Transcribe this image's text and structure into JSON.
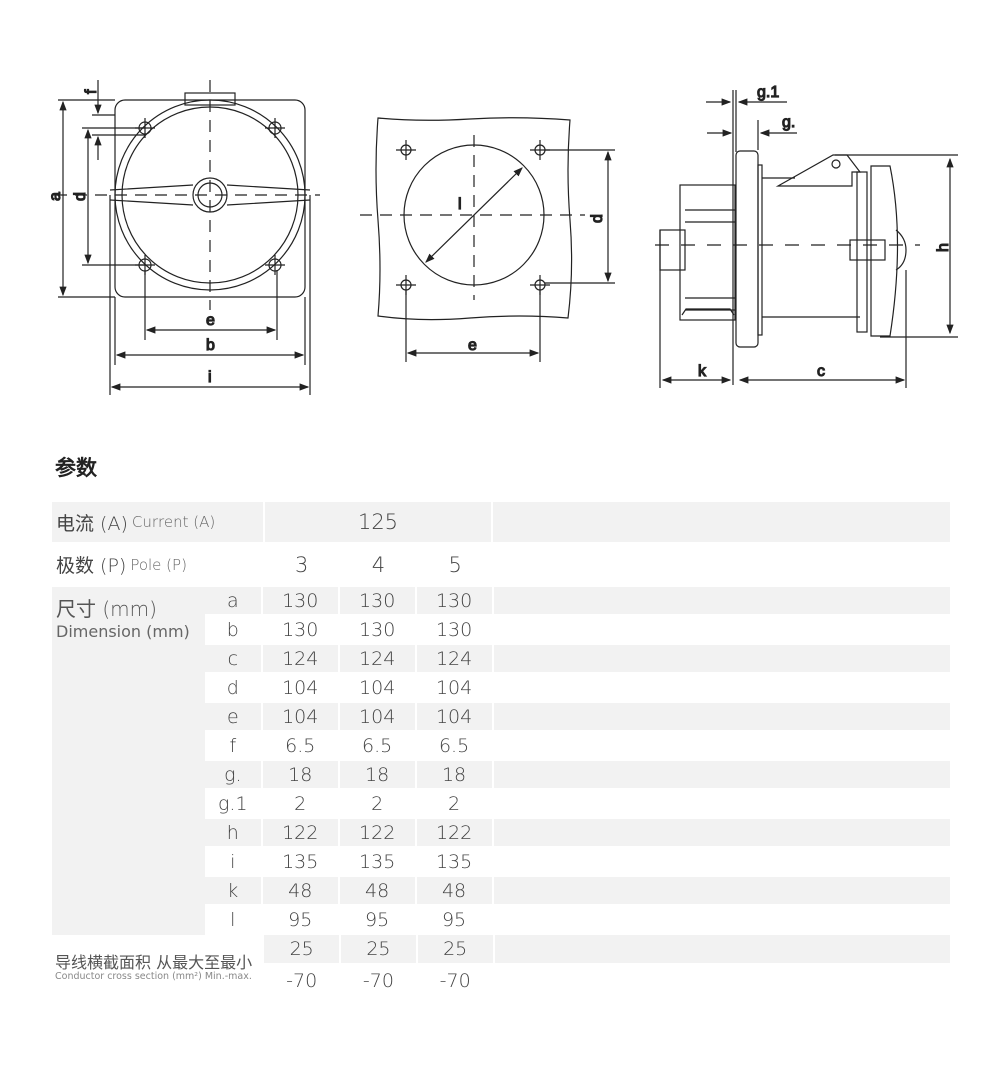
{
  "drawing": {
    "front_labels": {
      "a": "a",
      "d": "d",
      "f": "f",
      "e": "e",
      "b": "b",
      "i": "i"
    },
    "cutout_labels": {
      "l": "l",
      "d": "d",
      "e": "e"
    },
    "side_labels": {
      "g1": "g.1",
      "g": "g.",
      "h": "h",
      "k": "k",
      "c": "c"
    }
  },
  "section_title": "参数",
  "table": {
    "current": {
      "zh": "电流 (A)",
      "en": "Current (A)",
      "value": "125"
    },
    "pole": {
      "zh": "极数 (P)",
      "en": "Pole (P)",
      "values": [
        "3",
        "4",
        "5"
      ]
    },
    "dimension": {
      "zh": "尺寸 (mm)",
      "en": "Dimension (mm)"
    },
    "rows": [
      {
        "key": "a",
        "values": [
          "130",
          "130",
          "130"
        ]
      },
      {
        "key": "b",
        "values": [
          "130",
          "130",
          "130"
        ]
      },
      {
        "key": "c",
        "values": [
          "124",
          "124",
          "124"
        ]
      },
      {
        "key": "d",
        "values": [
          "104",
          "104",
          "104"
        ]
      },
      {
        "key": "e",
        "values": [
          "104",
          "104",
          "104"
        ]
      },
      {
        "key": "f",
        "values": [
          "6.5",
          "6.5",
          "6.5"
        ]
      },
      {
        "key": "g.",
        "values": [
          "18",
          "18",
          "18"
        ]
      },
      {
        "key": "g.1",
        "values": [
          "2",
          "2",
          "2"
        ]
      },
      {
        "key": "h",
        "values": [
          "122",
          "122",
          "122"
        ]
      },
      {
        "key": "i",
        "values": [
          "135",
          "135",
          "135"
        ]
      },
      {
        "key": "k",
        "values": [
          "48",
          "48",
          "48"
        ]
      },
      {
        "key": "l",
        "values": [
          "95",
          "95",
          "95"
        ]
      }
    ],
    "conductor": {
      "zh": "导线横截面积 从最大至最小",
      "en": "Conductor cross section (mm²) Min.-max.",
      "min": [
        "25",
        "25",
        "25"
      ],
      "max": [
        "-70",
        "-70",
        "-70"
      ]
    }
  }
}
